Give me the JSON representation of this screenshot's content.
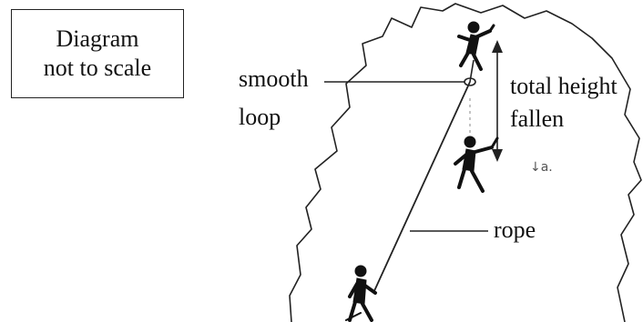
{
  "note": {
    "line1": "Diagram",
    "line2": "not to scale"
  },
  "labels": {
    "smooth": "smooth",
    "loop": "loop",
    "total_height": "total height",
    "fallen": "fallen",
    "rope": "rope",
    "acceleration_mark": "↓a."
  },
  "colors": {
    "ink": "#111111",
    "paper": "#ffffff"
  }
}
